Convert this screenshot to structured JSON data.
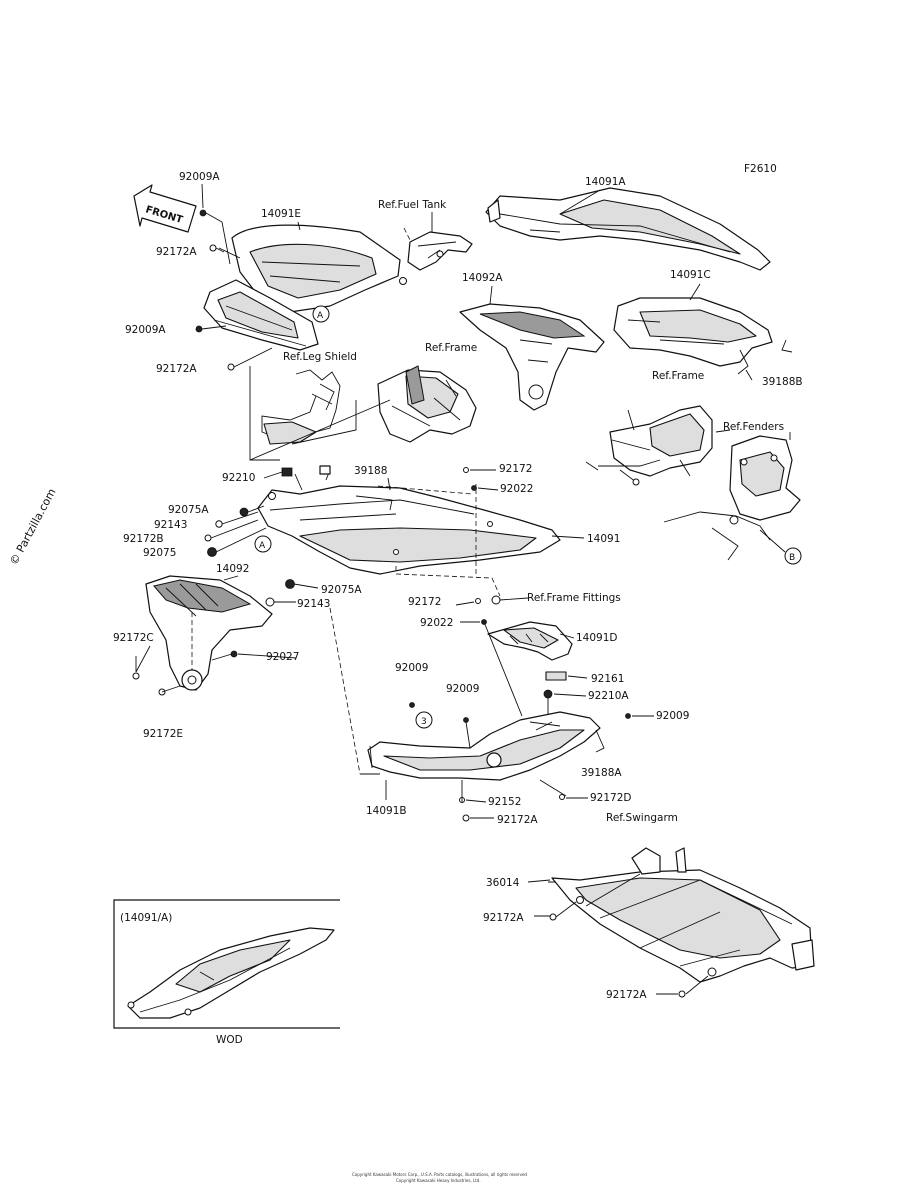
{
  "diagram_code": "F2610",
  "watermark": "© Partzilla.com",
  "front_marker": "FRONT",
  "inset_title": "(14091/A)",
  "inset_caption": "WOD",
  "footer_line1": "Copyright Kawasaki Motors Corp., U.S.A. Parts catalogs, illustrations, all rights reserved",
  "footer_line2": "Copyright Kawasaki Heavy Industries, Ltd.",
  "callouts": {
    "A1": "A",
    "A2": "A",
    "B": "B",
    "three": "3"
  },
  "labels": {
    "p92009A_top": "92009A",
    "p14091E": "14091E",
    "ref_fuel_tank": "Ref.Fuel Tank",
    "p14091A": "14091A",
    "p92172A_1": "92172A",
    "p92009A_2": "92009A",
    "p92172A_2": "92172A",
    "p14092A": "14092A",
    "p14091C": "14091C",
    "ref_leg_shield": "Ref.Leg Shield",
    "ref_frame_1": "Ref.Frame",
    "ref_frame_2": "Ref.Frame",
    "p39188B": "39188B",
    "ref_fenders": "Ref.Fenders",
    "p92210": "92210",
    "p39188": "39188",
    "p92172_1": "92172",
    "p92022_1": "92022",
    "p92075A_1": "92075A",
    "p92143_1": "92143",
    "p92172B": "92172B",
    "p92075": "92075",
    "p14091": "14091",
    "p14092": "14092",
    "p92075A_2": "92075A",
    "p92143_2": "92143",
    "p92172_2": "92172",
    "ref_frame_fittings": "Ref.Frame Fittings",
    "p92022_2": "92022",
    "p14091D": "14091D",
    "p92172C": "92172C",
    "p92027": "92027",
    "p92009_1": "92009",
    "p92009_2": "92009",
    "p92161": "92161",
    "p92210A": "92210A",
    "p92009_3": "92009",
    "p92172E": "92172E",
    "p39188A": "39188A",
    "p14091B": "14091B",
    "p92152": "92152",
    "p92172D": "92172D",
    "p92172A_3": "92172A",
    "ref_swingarm": "Ref.Swingarm",
    "p36014": "36014",
    "p92172A_4": "92172A",
    "p92172A_5": "92172A"
  }
}
